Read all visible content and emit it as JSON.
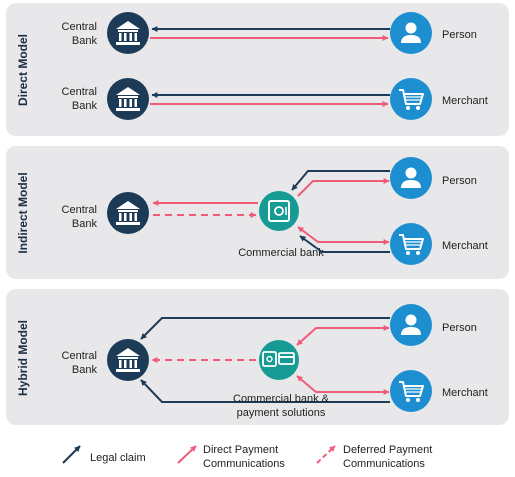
{
  "colors": {
    "panel_bg": "#e8e8ea",
    "navy": "#1d3a57",
    "blue": "#1d8fd0",
    "teal": "#169a94",
    "pink": "#ef5c78"
  },
  "icons": {
    "central_bank": "bank-icon",
    "person": "person-icon",
    "merchant": "shopping-cart-icon",
    "commercial_bank": "safe-icon",
    "payment_solutions": "card-icon"
  },
  "panels": {
    "direct": {
      "title": "Direct Model",
      "rows": [
        {
          "left_label": [
            "Central",
            "Bank"
          ],
          "right_label": "Person"
        },
        {
          "left_label": [
            "Central",
            "Bank"
          ],
          "right_label": "Merchant"
        }
      ]
    },
    "indirect": {
      "title": "Indirect Model",
      "left_label": [
        "Central",
        "Bank"
      ],
      "middle_label": [
        "Commercial bank"
      ],
      "right_labels": [
        "Person",
        "Merchant"
      ]
    },
    "hybrid": {
      "title": "Hybrid Model",
      "left_label": [
        "Central",
        "Bank"
      ],
      "middle_label": [
        "Commercial bank &",
        "payment solutions"
      ],
      "right_labels": [
        "Person",
        "Merchant"
      ]
    }
  },
  "legend": {
    "legal_claim": "Legal claim",
    "direct": [
      "Direct Payment",
      "Communications"
    ],
    "deferred": [
      "Deferred Payment",
      "Communications"
    ]
  }
}
